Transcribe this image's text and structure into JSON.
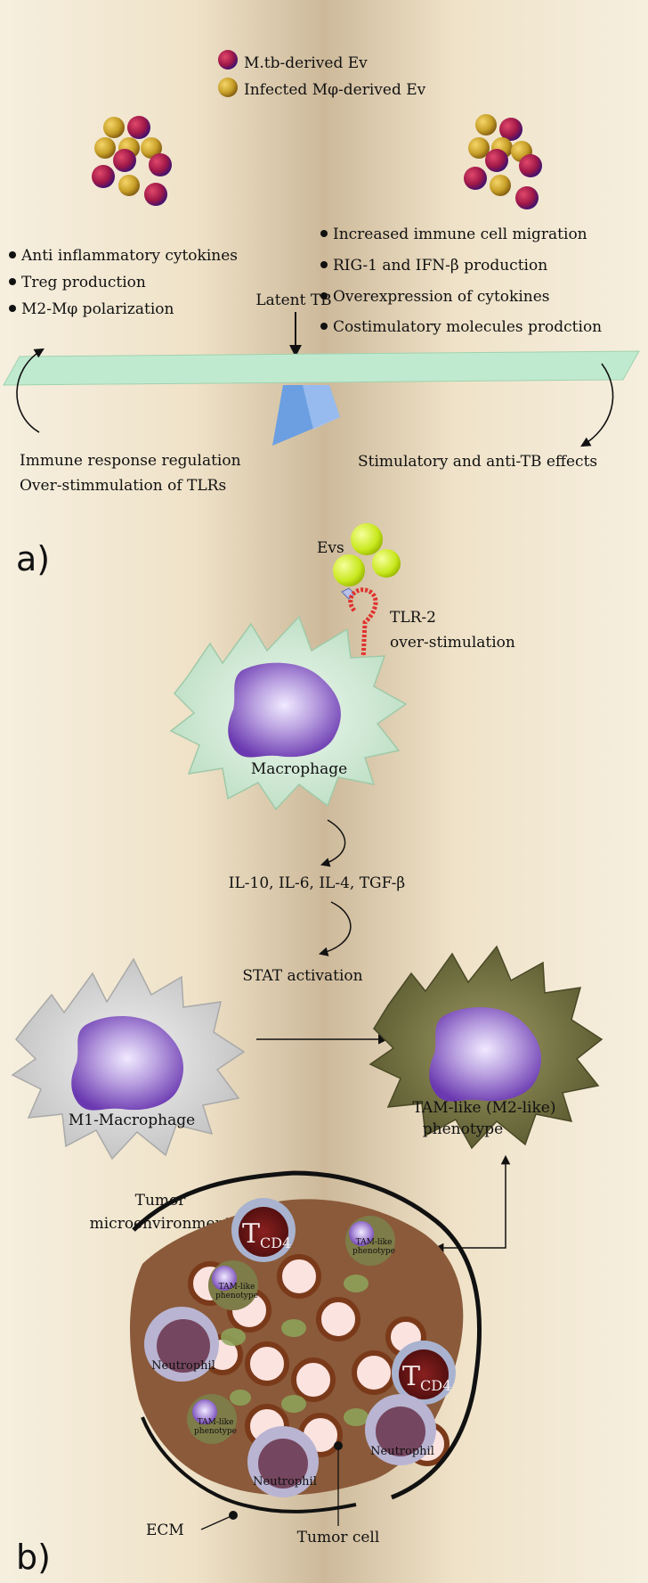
{
  "panel_a": {
    "label": "a)",
    "legend": {
      "items": [
        {
          "text": "M.tb-derived Ev",
          "color": "#a01848"
        },
        {
          "text": "Infected Mφ-derived Ev",
          "color": "#c8a028"
        }
      ]
    },
    "left_list": [
      "Anti inflammatory cytokines",
      "Treg production",
      "M2-Mφ polarization"
    ],
    "right_list": [
      "Increased immune cell migration",
      "RIG-1 and IFN-β production",
      "Overexpression of cytokines",
      "Costimulatory molecules prodction"
    ],
    "center_label": "Latent TB",
    "left_effect": [
      "Immune response regulation",
      "Over-stimmulation of TLRs"
    ],
    "right_effect": "Stimulatory and anti-TB effects"
  },
  "panel_b": {
    "label": "b)",
    "evs": "Evs",
    "tlr": [
      "TLR-2",
      "over-stimulation"
    ],
    "macrophage": "Macrophage",
    "cytokines": "IL-10, IL-6, IL-4, TGF-β",
    "stat": "STAT activation",
    "m1": "M1-Macrophage",
    "tam": [
      "TAM-like (M2-like)",
      "phenotype"
    ],
    "tumor_env": [
      "Tumor",
      "microenvironment"
    ],
    "tcd4_main": "T",
    "tcd4_sub": "CD4",
    "tam_small": [
      "TAM-like",
      "phenotype"
    ],
    "neutrophil": "Neutrophil",
    "ecm": "ECM",
    "tumor_cell": "Tumor cell"
  },
  "colors": {
    "background": "#f3ead8",
    "beam": "#bfe9c9",
    "fulcrum": "#6a9fe0",
    "macrophage": "#cfe7d4",
    "nucleus": "#7a4ab8",
    "m1": "#d5d5d5",
    "tam": "#6b6a3c"
  }
}
